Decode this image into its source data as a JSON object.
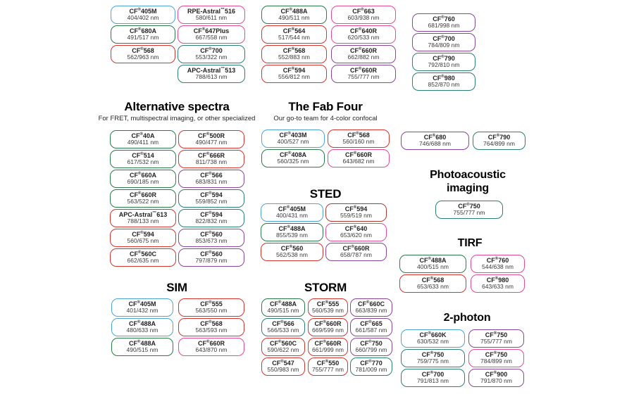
{
  "palette": {
    "blue": "#4da5da",
    "green": "#2a7c49",
    "red": "#d8352e",
    "darkred": "#b23b33",
    "pink": "#e74a97",
    "teal": "#2b8077",
    "purple": "#8b469c"
  },
  "titles": {
    "alternative": {
      "title": "Alternative spectra",
      "subtitle": "For FRET, multispectral imaging, or other specialized"
    },
    "fab": {
      "title": "The Fab Four",
      "subtitle": "Our go-to team for 4-color confocal"
    },
    "sted": {
      "title": "STED"
    },
    "sim": {
      "title": "SIM"
    },
    "storm": {
      "title": "STORM"
    },
    "photoacoustic": {
      "title": "Photoacoustic imaging"
    },
    "tirf": {
      "title": "TIRF"
    },
    "twophoton": {
      "title": "2-photon"
    }
  },
  "groups": {
    "top_a": [
      {
        "name": "CF®405M",
        "value": "404/402 nm",
        "color": "blue"
      },
      {
        "name": "CF®680A",
        "value": "491/517 nm",
        "color": "green"
      },
      {
        "name": "CF®568",
        "value": "562/963 nm",
        "color": "red"
      }
    ],
    "top_b": [
      {
        "name": "RPE-Astral™516",
        "value": "580/611 nm",
        "color": "pink"
      },
      {
        "name": "CF®647Plus",
        "value": "667/558 nm",
        "color": "pink"
      },
      {
        "name": "CF®700",
        "value": "553/322 nm",
        "color": "teal"
      },
      {
        "name": "APC-Astral™513",
        "value": "788/613 nm",
        "color": "teal"
      }
    ],
    "top_c": [
      {
        "name": "CF®488A",
        "value": "490/511 nm",
        "color": "green"
      },
      {
        "name": "CF®564",
        "value": "517/544 nm",
        "color": "red"
      },
      {
        "name": "CF®568",
        "value": "552/883 nm",
        "color": "red"
      },
      {
        "name": "CF®594",
        "value": "556/812 nm",
        "color": "red"
      }
    ],
    "top_d": [
      {
        "name": "CF®663",
        "value": "603/938 nm",
        "color": "pink"
      },
      {
        "name": "CF®640R",
        "value": "620/533 nm",
        "color": "pink"
      },
      {
        "name": "CF®660R",
        "value": "662/882 nm",
        "color": "purple"
      },
      {
        "name": "CF®660R",
        "value": "755/777 nm",
        "color": "purple"
      }
    ],
    "top_e": [
      {
        "name": "CF®760",
        "value": "681/998 nm",
        "color": "purple"
      },
      {
        "name": "CF®700",
        "value": "784/809 nm",
        "color": "purple"
      },
      {
        "name": "CF®790",
        "value": "792/810 nm",
        "color": "teal"
      },
      {
        "name": "CF®980",
        "value": "852/870 nm",
        "color": "teal"
      }
    ],
    "alt_1": [
      {
        "name": "CF®40A",
        "value": "490/411 nm",
        "color": "green"
      },
      {
        "name": "CF®514",
        "value": "617/532 nm",
        "color": "green"
      },
      {
        "name": "CF®660A",
        "value": "690/185 nm",
        "color": "green"
      },
      {
        "name": "CF®660R",
        "value": "563/522 nm",
        "color": "green"
      },
      {
        "name": "APC-Astral™613",
        "value": "788/133 nm",
        "color": "red"
      },
      {
        "name": "CF®594",
        "value": "560/675 nm",
        "color": "red"
      },
      {
        "name": "CF®560C",
        "value": "662/635 nm",
        "color": "red"
      }
    ],
    "alt_2": [
      {
        "name": "CF®500R",
        "value": "490/477 nm",
        "color": "red"
      },
      {
        "name": "CF®666R",
        "value": "811/738 nm",
        "color": "red"
      },
      {
        "name": "CF®566",
        "value": "683/831 nm",
        "color": "purple"
      },
      {
        "name": "CF®594",
        "value": "559/852 nm",
        "color": "teal"
      },
      {
        "name": "CF®594",
        "value": "822/832 nm",
        "color": "teal"
      },
      {
        "name": "CF®560",
        "value": "853/673 nm",
        "color": "purple"
      },
      {
        "name": "CF®560",
        "value": "797/879 nm",
        "color": "purple"
      }
    ],
    "fab_1": [
      {
        "name": "CF®403M",
        "value": "400/527 nm",
        "color": "blue"
      },
      {
        "name": "CF®408A",
        "value": "560/325 nm",
        "color": "green"
      }
    ],
    "fab_2": [
      {
        "name": "CF®568",
        "value": "560/160 nm",
        "color": "red"
      },
      {
        "name": "CF®660R",
        "value": "643/682 nm",
        "color": "pink"
      }
    ],
    "sted_1": [
      {
        "name": "CF®405M",
        "value": "400/431 nm",
        "color": "blue"
      },
      {
        "name": "CF®488A",
        "value": "855/539 nm",
        "color": "green"
      },
      {
        "name": "CF®560",
        "value": "562/538 nm",
        "color": "red"
      }
    ],
    "sted_2": [
      {
        "name": "CF®594",
        "value": "559/519 nm",
        "color": "darkred"
      },
      {
        "name": "CF®640",
        "value": "653/620 nm",
        "color": "pink"
      },
      {
        "name": "CF®660R",
        "value": "658/787 nm",
        "color": "purple"
      }
    ],
    "sim_1": [
      {
        "name": "CF®405M",
        "value": "401/432 nm",
        "color": "blue"
      },
      {
        "name": "CF®488A",
        "value": "480/633 nm",
        "color": "blue"
      },
      {
        "name": "CF®488A",
        "value": "490/515 nm",
        "color": "green"
      }
    ],
    "sim_2": [
      {
        "name": "CF®555",
        "value": "563/550 nm",
        "color": "red"
      },
      {
        "name": "CF®568",
        "value": "563/593 nm",
        "color": "red"
      },
      {
        "name": "CF®660R",
        "value": "643/870 nm",
        "color": "pink"
      }
    ],
    "storm_1": [
      {
        "name": "CF®488A",
        "value": "490/515 nm",
        "color": "green"
      },
      {
        "name": "CF®566",
        "value": "566/533 nm",
        "color": "teal"
      },
      {
        "name": "CF®560C",
        "value": "590/622 nm",
        "color": "red"
      },
      {
        "name": "CF®547",
        "value": "550/983 nm",
        "color": "red"
      }
    ],
    "storm_2": [
      {
        "name": "CF®555",
        "value": "560/539 nm",
        "color": "red"
      },
      {
        "name": "CF®660R",
        "value": "669/599 nm",
        "color": "red"
      },
      {
        "name": "CF®660R",
        "value": "661/999 nm",
        "color": "red"
      },
      {
        "name": "CF®550",
        "value": "755/777 nm",
        "color": "red"
      }
    ],
    "storm_3": [
      {
        "name": "CF®660C",
        "value": "663/839 nm",
        "color": "purple"
      },
      {
        "name": "CF®665",
        "value": "661/587 nm",
        "color": "purple"
      },
      {
        "name": "CF®750",
        "value": "660/799 nm",
        "color": "purple"
      },
      {
        "name": "CF®770",
        "value": "781/009 nm",
        "color": "teal"
      }
    ],
    "right_680": [
      {
        "name": "CF®680",
        "value": "746/688 nm",
        "color": "purple"
      }
    ],
    "right_790": [
      {
        "name": "CF®790",
        "value": "764/899 nm",
        "color": "teal"
      }
    ],
    "pa": [
      {
        "name": "CF®750",
        "value": "755/777 nm",
        "color": "teal"
      }
    ],
    "tirf_1": [
      {
        "name": "CF®488A",
        "value": "400/515 nm",
        "color": "green"
      },
      {
        "name": "CF®568",
        "value": "653/633 nm",
        "color": "red"
      }
    ],
    "tirf_2": [
      {
        "name": "CF®760",
        "value": "544/638 nm",
        "color": "pink"
      },
      {
        "name": "CF®980",
        "value": "643/633 nm",
        "color": "pink"
      }
    ],
    "twop_1": [
      {
        "name": "CF®660K",
        "value": "630/532 nm",
        "color": "blue"
      },
      {
        "name": "CF®750",
        "value": "759/775 nm",
        "color": "teal"
      },
      {
        "name": "CF®700",
        "value": "791/813 nm",
        "color": "teal"
      }
    ],
    "twop_2": [
      {
        "name": "CF®750",
        "value": "755/777 nm",
        "color": "purple"
      },
      {
        "name": "CF®750",
        "value": "784/899 nm",
        "color": "pink"
      },
      {
        "name": "CF®900",
        "value": "791/870 nm",
        "color": "purple"
      }
    ]
  }
}
